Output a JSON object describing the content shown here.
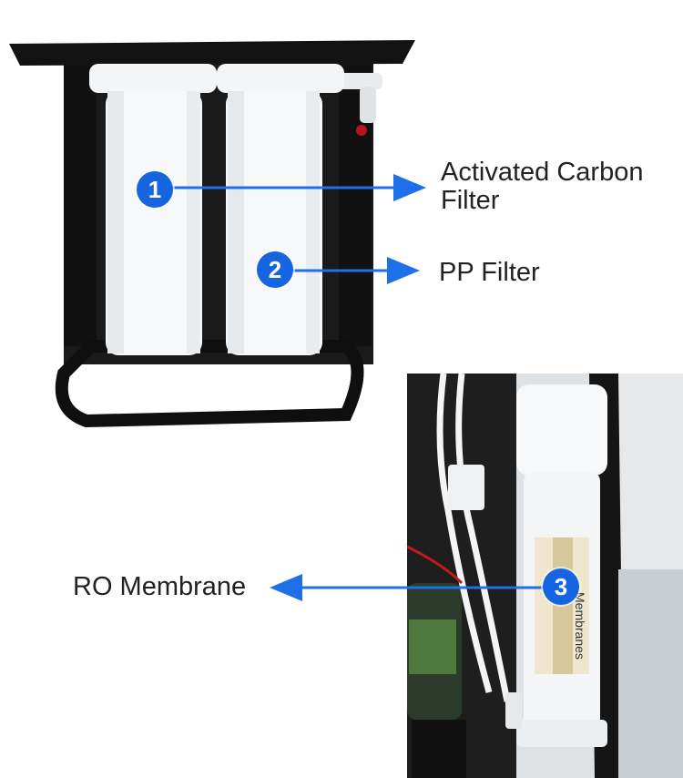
{
  "callouts": [
    {
      "number": "1",
      "label_line1": "Activated Carbon",
      "label_line2": "Filter"
    },
    {
      "number": "2",
      "label": "PP Filter"
    },
    {
      "number": "3",
      "label": "RO Membrane"
    }
  ],
  "membrane_housing_text": "Membranes",
  "colors": {
    "badge": "#1565e0",
    "arrow": "#1f6fe8",
    "text": "#222222",
    "frame": "#141414"
  }
}
